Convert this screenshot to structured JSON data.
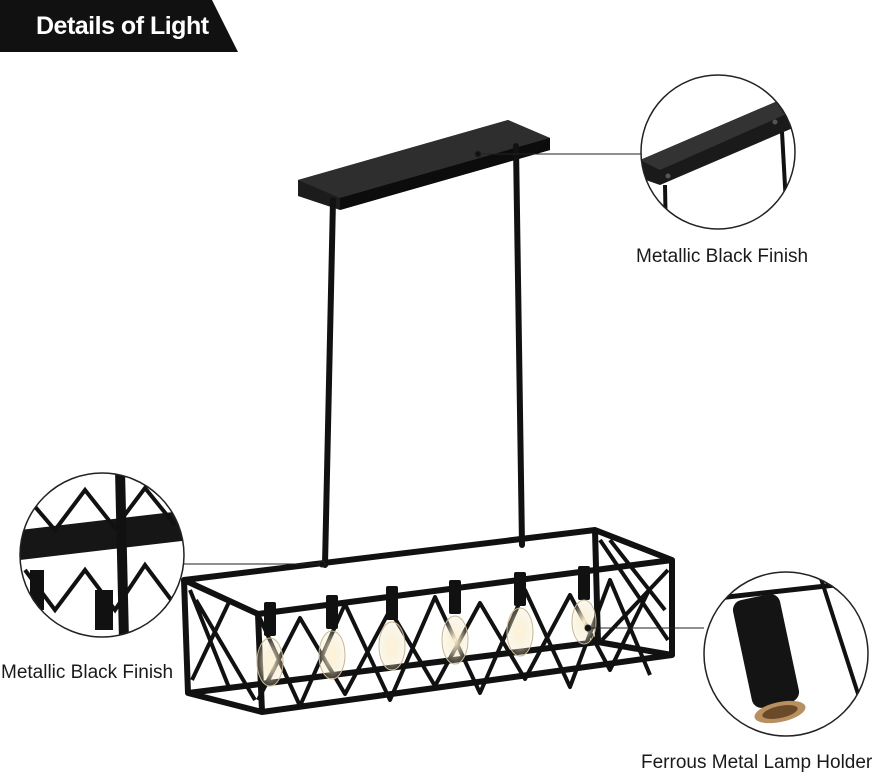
{
  "banner": {
    "title": "Details of Light",
    "background": "#111111"
  },
  "callouts": [
    {
      "label": "Metallic Black Finish",
      "detail": "canopy-plate-detail"
    },
    {
      "label": "Metallic Black Finish",
      "detail": "cage-frame-detail"
    },
    {
      "label": "Ferrous Metal Lamp Holder",
      "detail": "lamp-holder-detail"
    }
  ],
  "product": {
    "bulb_count": 6,
    "finish_color": "#111111"
  }
}
